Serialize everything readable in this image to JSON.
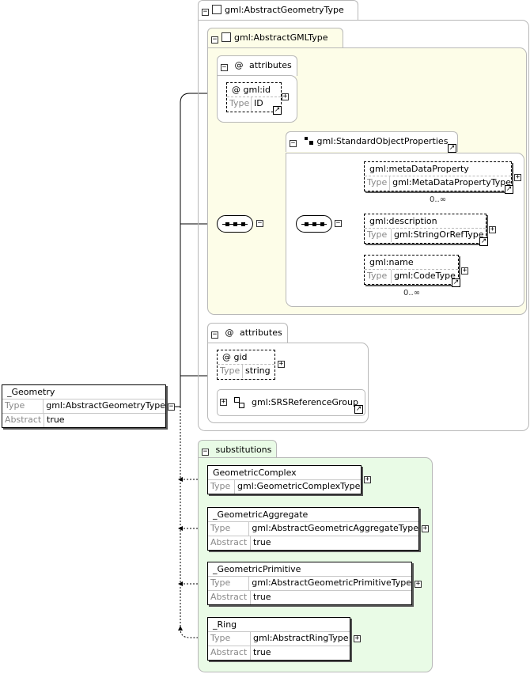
{
  "abstract_geometry_type": {
    "title": "gml:AbstractGeometryType"
  },
  "abstract_gml_type": {
    "title": "gml:AbstractGMLType"
  },
  "gml_attributes": {
    "title": "attributes",
    "at": "@",
    "id_attr": {
      "name": "gml:id",
      "type_key": "Type",
      "type_value": "ID"
    }
  },
  "standard_object_properties": {
    "title": "gml:StandardObjectProperties",
    "meta_data_property": {
      "name": "gml:metaDataProperty",
      "type_key": "Type",
      "type_value": "gml:MetaDataPropertyType",
      "occurs": "0..∞"
    },
    "description": {
      "name": "gml:description",
      "type_key": "Type",
      "type_value": "gml:StringOrRefType"
    },
    "name_elem": {
      "name": "gml:name",
      "type_key": "Type",
      "type_value": "gml:CodeType",
      "occurs": "0..∞"
    }
  },
  "geometry_attributes": {
    "title": "attributes",
    "at": "@",
    "gid": {
      "name": "gid",
      "type_key": "Type",
      "type_value": "string"
    },
    "srs_group": "gml:SRSReferenceGroup"
  },
  "root": {
    "name": "_Geometry",
    "type_key": "Type",
    "type_value": "gml:AbstractGeometryType",
    "abstract_key": "Abstract",
    "abstract_value": "true"
  },
  "substitutions": {
    "title": "substitutions",
    "items": [
      {
        "name": "GeometricComplex",
        "type_key": "Type",
        "type_value": "gml:GeometricComplexType"
      },
      {
        "name": "_GeometricAggregate",
        "type_key": "Type",
        "type_value": "gml:AbstractGeometricAggregateType",
        "abstract_key": "Abstract",
        "abstract_value": "true"
      },
      {
        "name": "_GeometricPrimitive",
        "type_key": "Type",
        "type_value": "gml:AbstractGeometricPrimitiveType",
        "abstract_key": "Abstract",
        "abstract_value": "true"
      },
      {
        "name": "_Ring",
        "type_key": "Type",
        "type_value": "gml:AbstractRingType",
        "abstract_key": "Abstract",
        "abstract_value": "true"
      }
    ]
  },
  "colors": {
    "gml_type_bg": "#fdfde8",
    "substitutions_bg": "#e9fbe6",
    "frame": "#b8b8b8"
  }
}
